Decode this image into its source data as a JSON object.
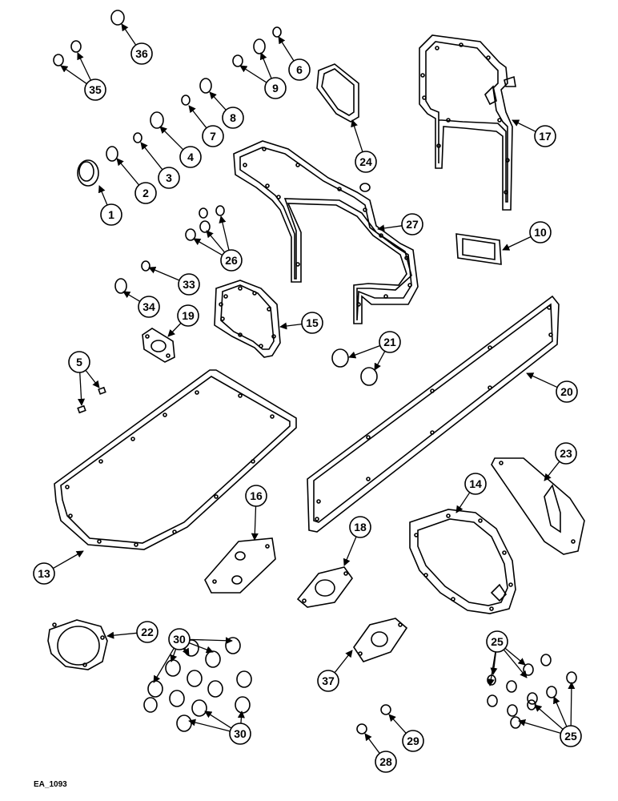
{
  "figure_ref": "EA_1093",
  "colors": {
    "line": "#000000",
    "paper": "#ffffff"
  },
  "callouts": [
    "1",
    "2",
    "3",
    "4",
    "5",
    "6",
    "7",
    "8",
    "9",
    "10",
    "13",
    "14",
    "15",
    "16",
    "17",
    "18",
    "19",
    "20",
    "21",
    "22",
    "23",
    "24",
    "25",
    "25",
    "26",
    "27",
    "28",
    "29",
    "30",
    "30",
    "33",
    "34",
    "35",
    "36",
    "37"
  ]
}
